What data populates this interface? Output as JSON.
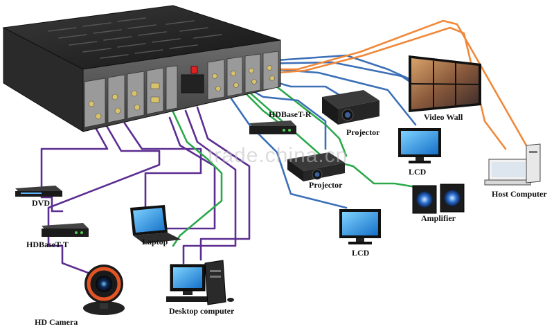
{
  "labels": {
    "dvd": "DVD",
    "hdbaset_t": "HDBaseT-T",
    "hd_camera": "HD Camera",
    "laptop": "Laptop",
    "desktop": "Desktop computer",
    "hdbaset_r": "HDBaseT-R",
    "projector_top": "Projector",
    "projector_mid": "Projector",
    "video_wall": "Video Wall",
    "lcd_right": "LCD",
    "lcd_bottom": "LCD",
    "amplifier": "Amplifier",
    "host_computer": "Host Computer"
  },
  "watermark": "trade.china.cn",
  "colors": {
    "purple": "#5b2d91",
    "green": "#2aa84a",
    "blue": "#3b6fb6",
    "orange": "#f0883a"
  }
}
